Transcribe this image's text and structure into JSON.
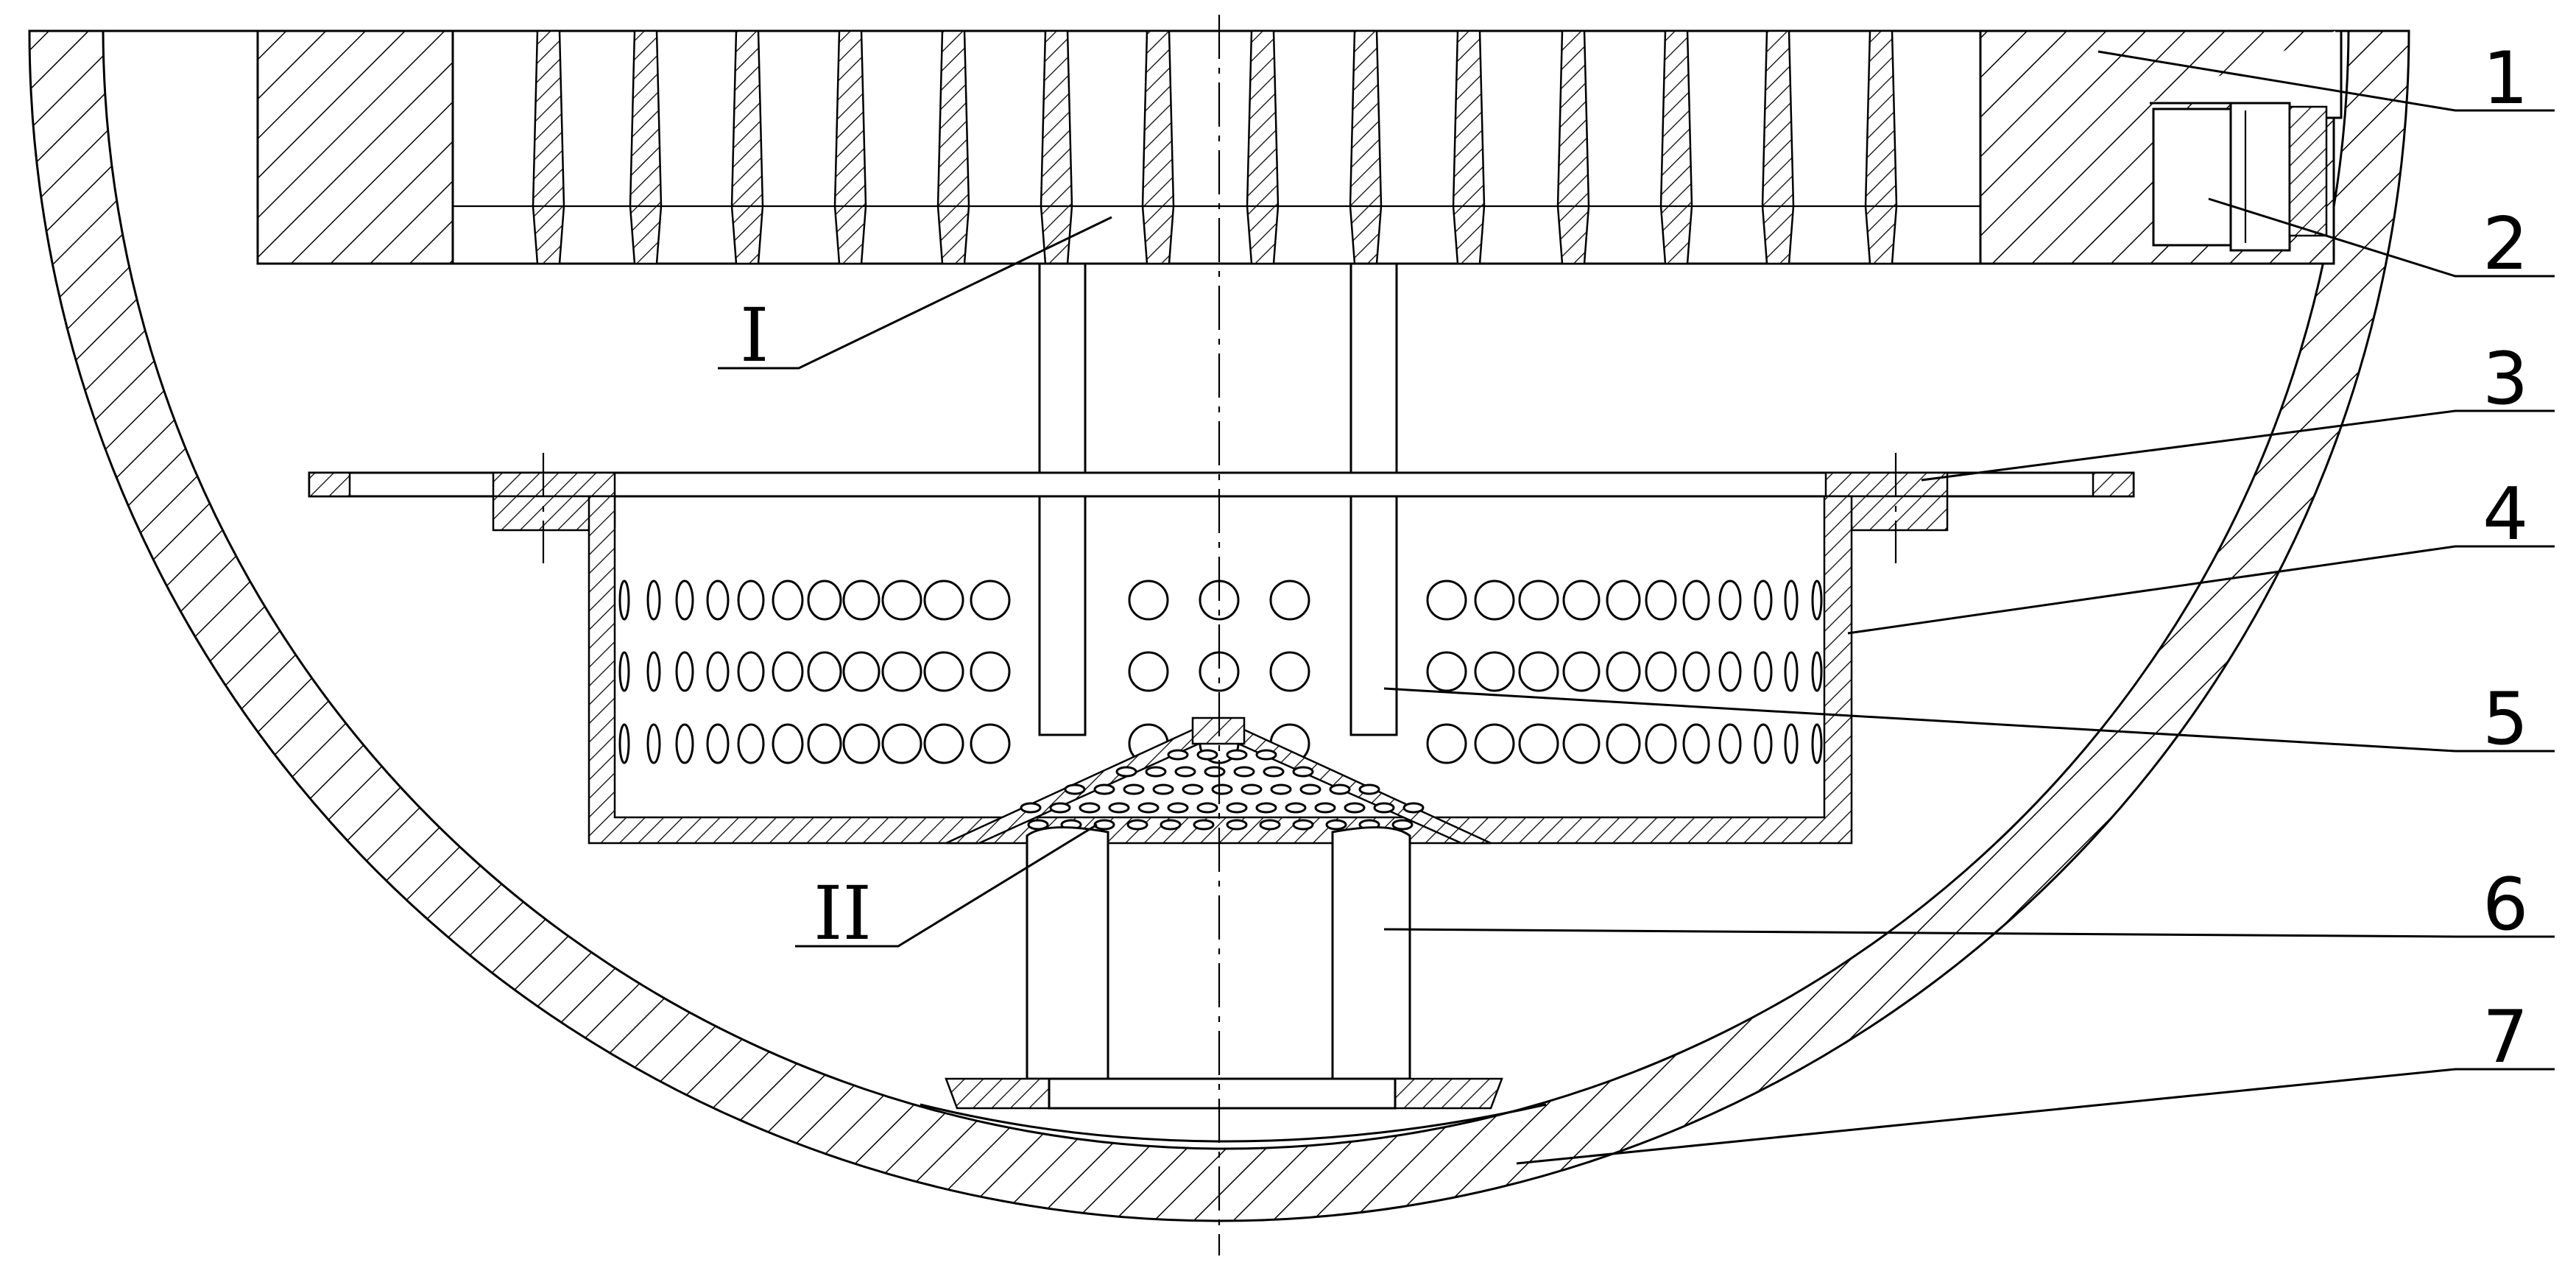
{
  "drawing": {
    "callouts": [
      "1",
      "2",
      "3",
      "4",
      "5",
      "6",
      "7"
    ],
    "detail_marks": [
      "I",
      "II"
    ]
  }
}
